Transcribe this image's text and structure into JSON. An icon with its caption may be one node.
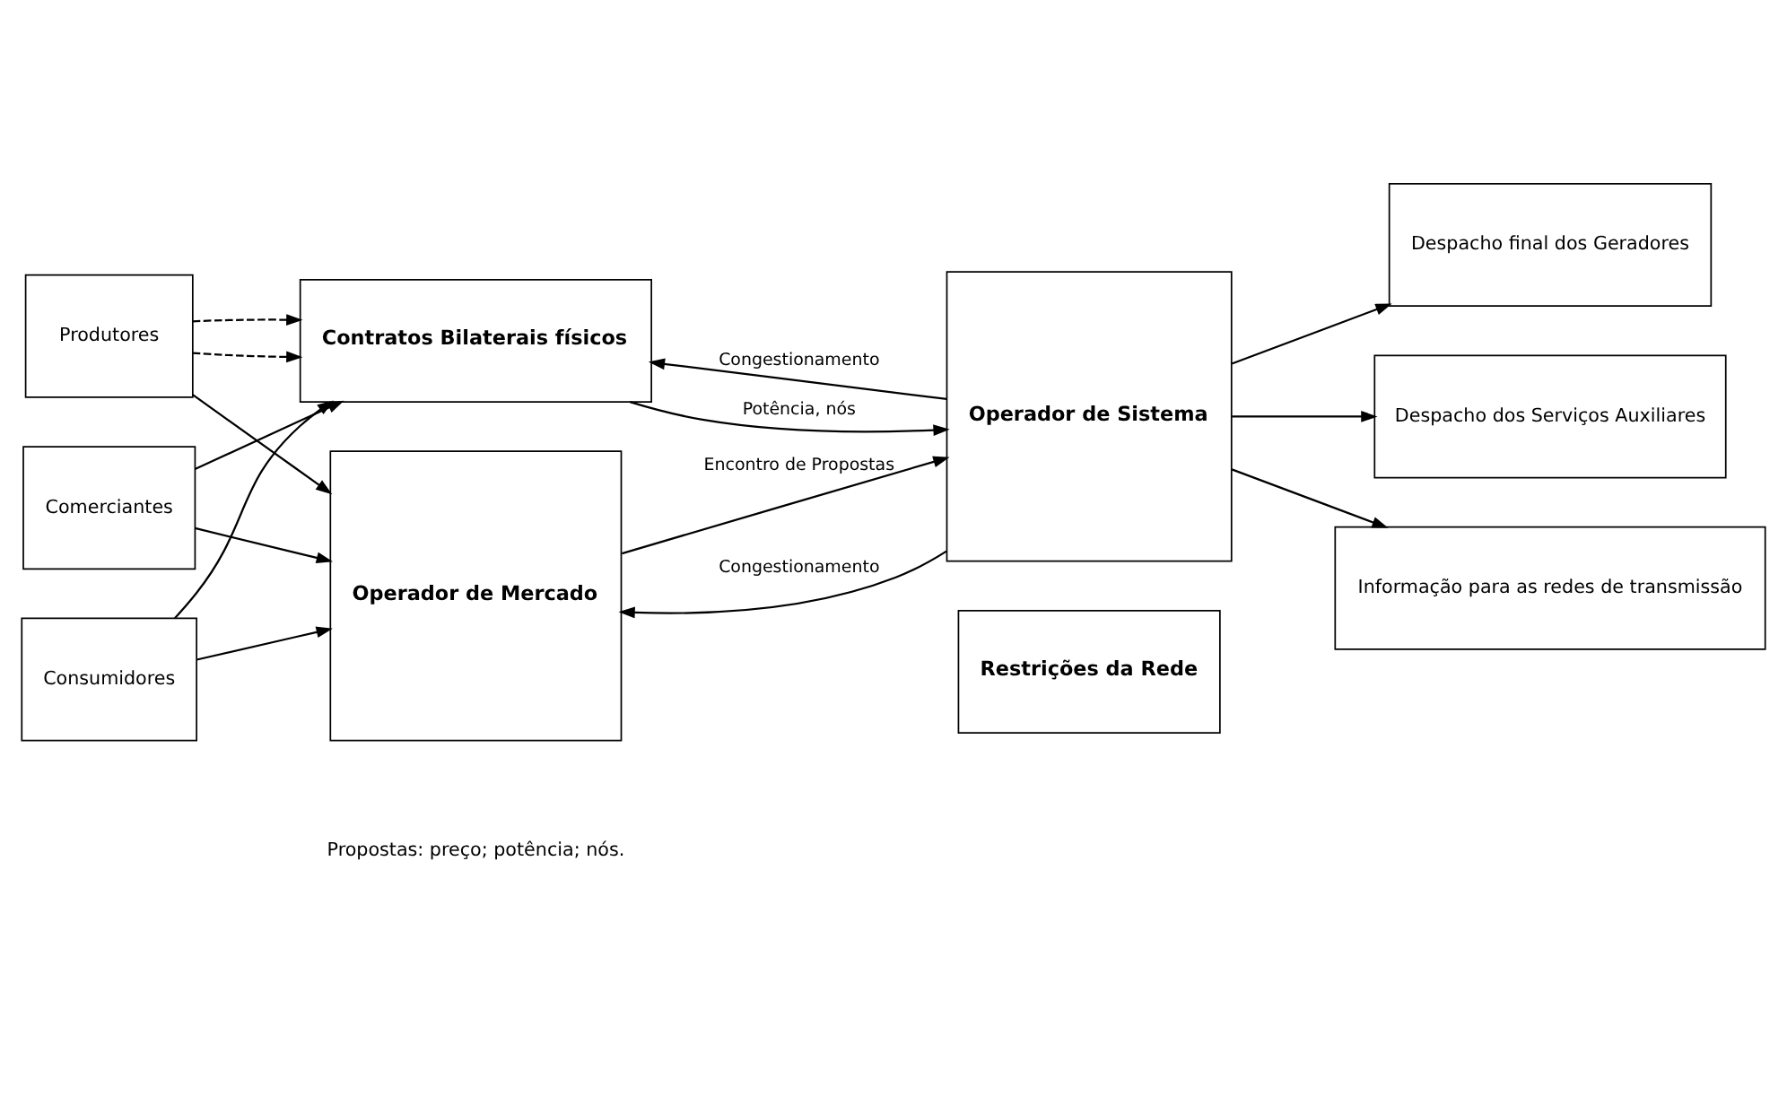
{
  "diagram": {
    "nodes": [
      {
        "text": [
          "Contratos Bilaterais físicos"
        ]
      },
      {
        "text": [
          "Produtores"
        ]
      },
      {
        "text": [
          "Comerciantes"
        ]
      },
      {
        "text": [
          "Consumidores"
        ]
      },
      {
        "text": [
          "Operador de Mercado"
        ]
      },
      {
        "text": [
          "Operador de Sistema"
        ]
      },
      {
        "text": [
          "Despacho final dos Geradores"
        ]
      },
      {
        "text": [
          "Despacho dos Serviços Auxiliares"
        ]
      },
      {
        "text": [
          "Informação para as redes de transmissão"
        ]
      },
      {
        "text": [
          "Restrições da Rede"
        ]
      }
    ],
    "edges": [
      {
        "from": 3,
        "to": 0,
        "arrow": "to"
      },
      {
        "from": 2,
        "to": 0,
        "arrow": "to"
      },
      {
        "from": 1,
        "to": 0,
        "arrow": "to",
        "style": "dashed"
      },
      {
        "from": 1,
        "to": 0,
        "arrow": "to",
        "style": "dashed"
      },
      {
        "from": 1,
        "to": 4,
        "arrow": "to"
      },
      {
        "from": 2,
        "to": 4,
        "arrow": "to"
      },
      {
        "from": 3,
        "to": 4,
        "arrow": "to"
      },
      {
        "from": 5,
        "to": 4,
        "arrow": "to",
        "label": "Congestionamento"
      },
      {
        "from": 4,
        "to": 5,
        "arrow": "to",
        "label": "Encontro de Propostas"
      },
      {
        "from": 5,
        "to": 0,
        "arrow": "to",
        "label": "Congestionamento"
      },
      {
        "from": 0,
        "to": 5,
        "arrow": "to",
        "label": "Potência, nós"
      },
      {
        "from": 5,
        "to": 6,
        "arrow": "to"
      },
      {
        "from": 5,
        "to": 7,
        "arrow": "to"
      },
      {
        "from": 5,
        "to": 8,
        "arrow": "to"
      }
    ],
    "labels": [
      "Propostas: preço; potência; nós."
    ]
  }
}
